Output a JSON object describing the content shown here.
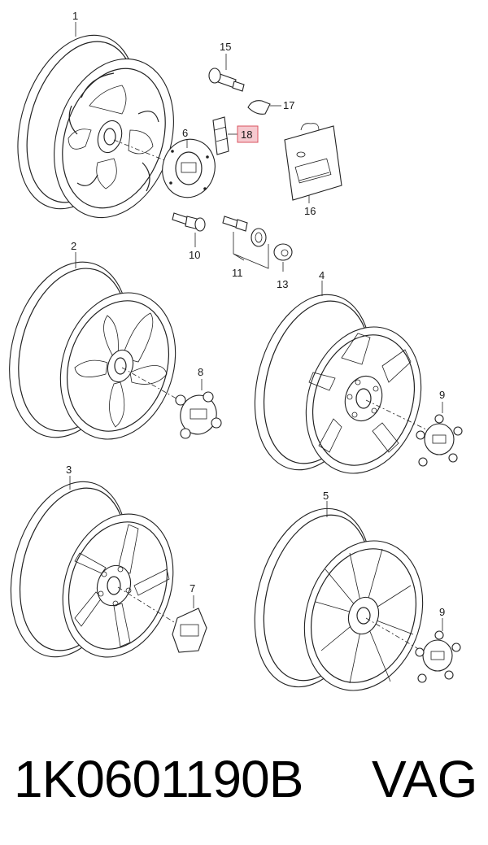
{
  "labels": {
    "l1": "1",
    "l2": "2",
    "l3": "3",
    "l4": "4",
    "l5": "5",
    "l6": "6",
    "l7": "7",
    "l8": "8",
    "l9a": "9",
    "l9b": "9",
    "l10": "10",
    "l11": "11",
    "l13": "13",
    "l15": "15",
    "l16": "16",
    "l17": "17",
    "l18": "18"
  },
  "highlight_color": "#f6c9cf",
  "footer": {
    "part_number": "1K0601190B",
    "brand": "VAG"
  }
}
